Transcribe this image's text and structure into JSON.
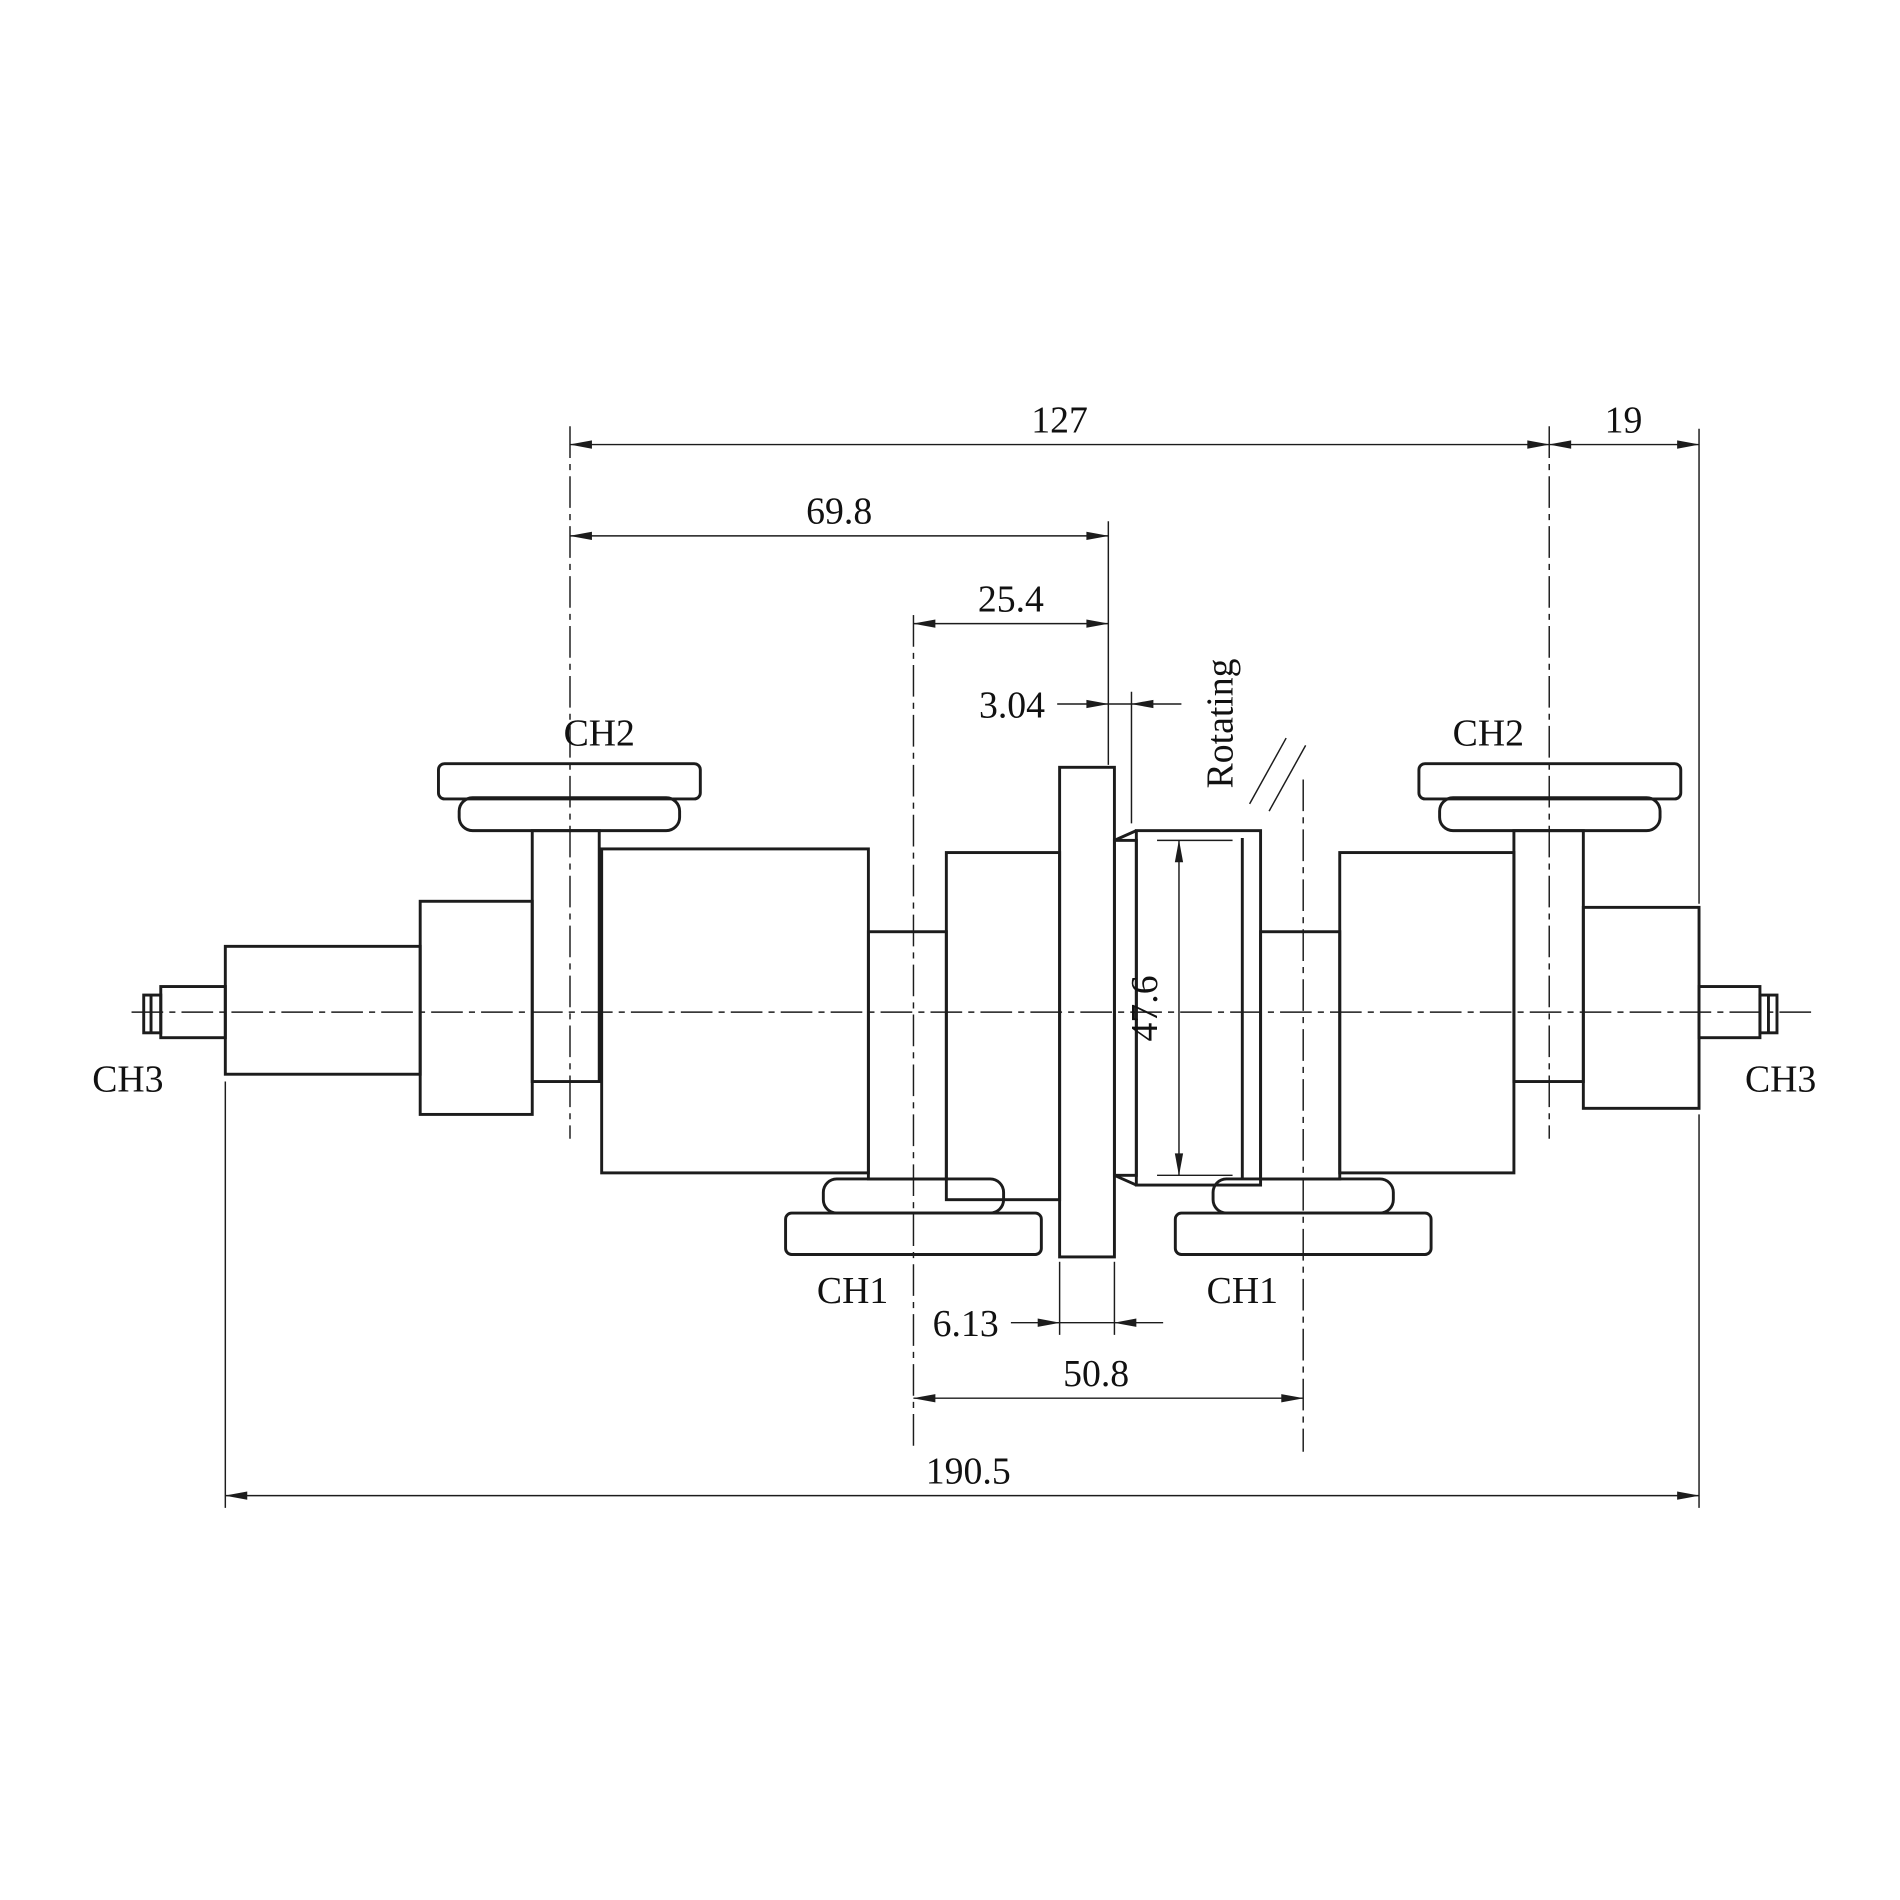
{
  "drawing": {
    "title": "shaft-dimension-drawing",
    "background": "#ffffff",
    "line_color": "#1c1c1c",
    "labels": {
      "ch2_left": "CH2",
      "ch2_right": "CH2",
      "ch1_left": "CH1",
      "ch1_right": "CH1",
      "ch3_left": "CH3",
      "ch3_right": "CH3",
      "rotating": "Rotating"
    },
    "dimensions": {
      "span_ch2_to_ch2": "127",
      "ch2_to_right_end": "19",
      "ch2_to_center": "69.8",
      "ch1_to_center": "25.4",
      "step_width": "3.04",
      "journal_diameter": "47.6",
      "web_thickness": "6.13",
      "ch1_to_ch1": "50.8",
      "overall_length": "190.5"
    }
  }
}
